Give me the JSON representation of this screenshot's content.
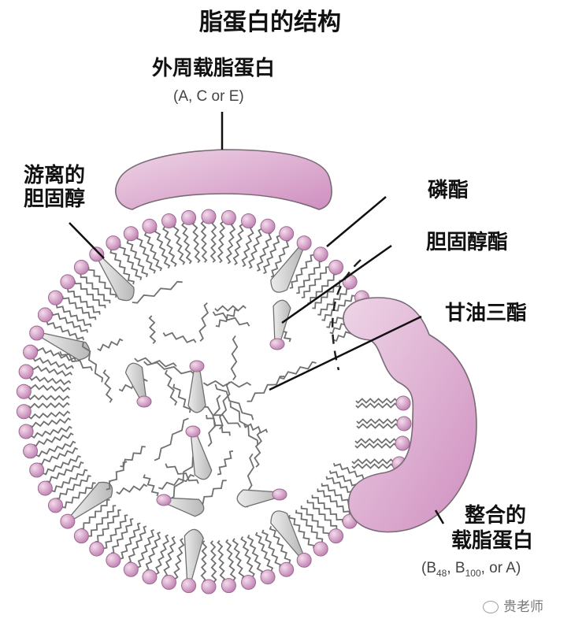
{
  "title": "脂蛋白的结构",
  "labels": {
    "peripheral_apoprotein": "外周载脂蛋白",
    "peripheral_types": "(A, C or E)",
    "free_cholesterol_line1": "游离的",
    "free_cholesterol_line2": "胆固醇",
    "phospholipid": "磷酯",
    "cholesteryl_ester": "胆固醇酯",
    "triglyceride": "甘油三酯",
    "integral_apoprotein_line1": "整合的",
    "integral_apoprotein_line2": "载脂蛋白",
    "integral_types": {
      "open": "(B",
      "sub1": "48",
      "mid": ", B",
      "sub2": "100",
      "end": ", or A)"
    }
  },
  "watermark": {
    "icon": "wechat-icon",
    "text": "贵老师"
  },
  "colors": {
    "apoprotein": "#d9a2c9",
    "phospholipid_head": "#c88bbb",
    "cholesterol_body": "#c9c9c9",
    "tail": "#6f6f6f",
    "leader_line": "#111111"
  }
}
